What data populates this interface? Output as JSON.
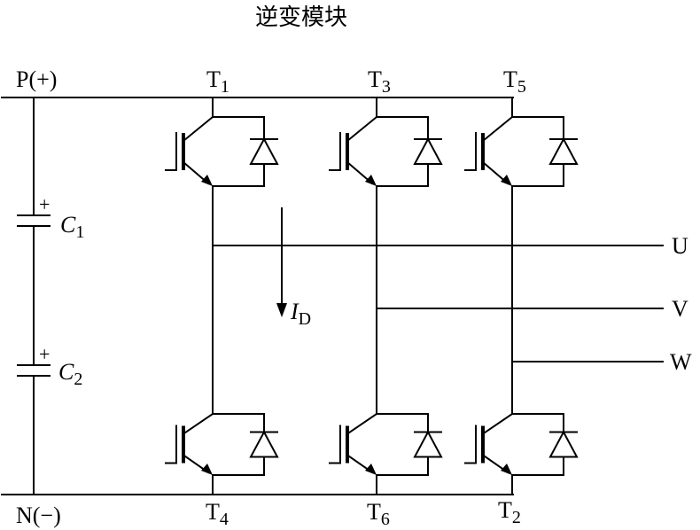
{
  "title": "逆变模块",
  "rails": {
    "positive": "P(+)",
    "negative": "N(−)"
  },
  "capacitors": [
    {
      "symbol": "C",
      "sub": "1",
      "polarity": "+"
    },
    {
      "symbol": "C",
      "sub": "2",
      "polarity": "+"
    }
  ],
  "switches_top": [
    {
      "name": "T",
      "sub": "1"
    },
    {
      "name": "T",
      "sub": "3"
    },
    {
      "name": "T",
      "sub": "5"
    }
  ],
  "switches_bottom": [
    {
      "name": "T",
      "sub": "4"
    },
    {
      "name": "T",
      "sub": "6"
    },
    {
      "name": "T",
      "sub": "2"
    }
  ],
  "outputs": [
    "U",
    "V",
    "W"
  ],
  "current": {
    "symbol": "I",
    "sub": "D"
  }
}
